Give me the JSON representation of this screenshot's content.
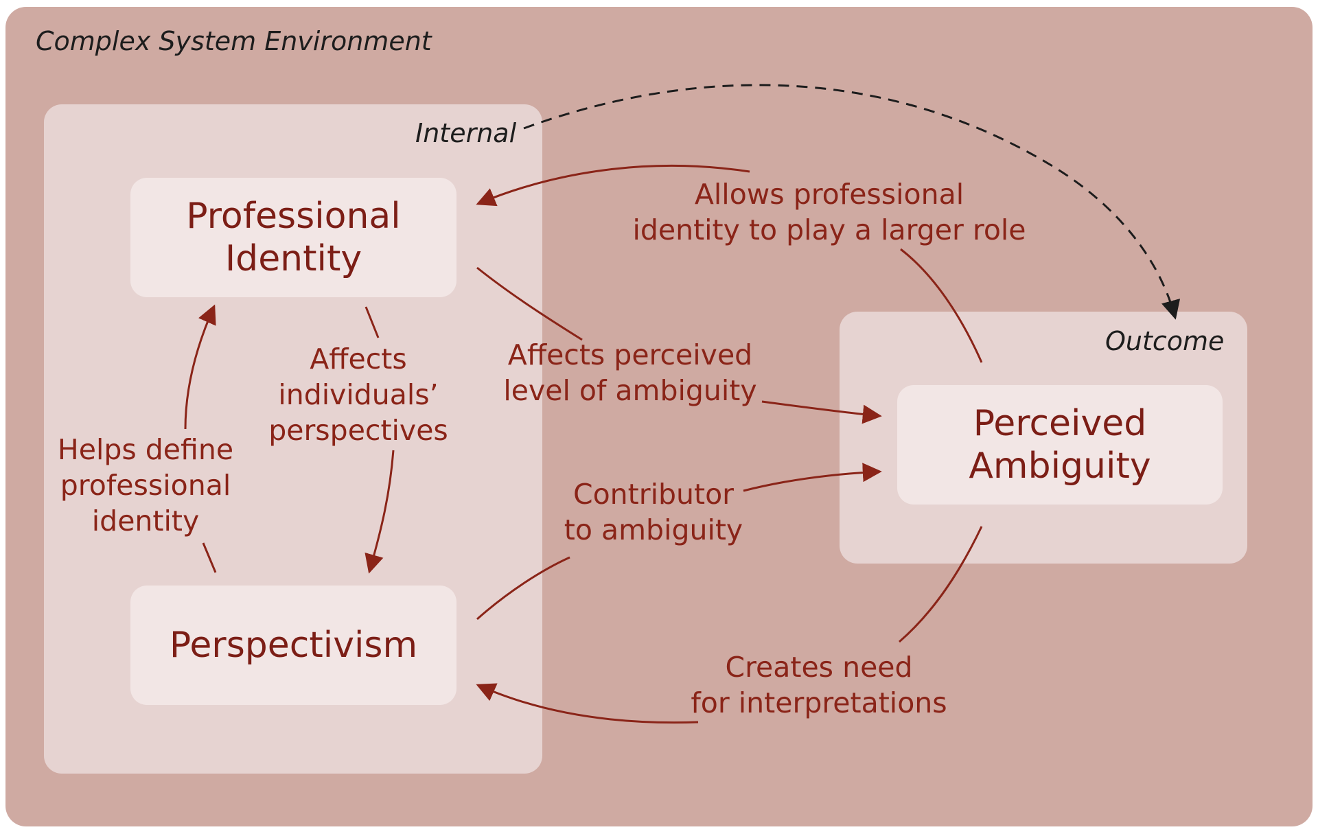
{
  "environment": {
    "title": "Complex System Environment"
  },
  "groups": {
    "internal": {
      "label": "Internal"
    },
    "outcome": {
      "label": "Outcome"
    }
  },
  "nodes": {
    "professional_identity": {
      "line1": "Professional",
      "line2": "Identity"
    },
    "perspectivism": {
      "label": "Perspectivism"
    },
    "perceived_ambiguity": {
      "line1": "Perceived",
      "line2": "Ambiguity"
    }
  },
  "edges": {
    "affects_perspectives": "Affects\nindividuals’\nperspectives",
    "helps_define": "Helps define\nprofessional\nidentity",
    "affects_ambiguity": "Affects perceived\nlevel of ambiguity",
    "contributor": "Contributor\nto ambiguity",
    "allows_role": "Allows professional\nidentity to play a larger role",
    "creates_need": "Creates need\nfor interpretations"
  },
  "colors": {
    "environment": "#cfaaa2",
    "group": "#e6d3d1",
    "node": "#f2e6e5",
    "accent": "#8a2418",
    "dashed": "#1d1d1d"
  }
}
